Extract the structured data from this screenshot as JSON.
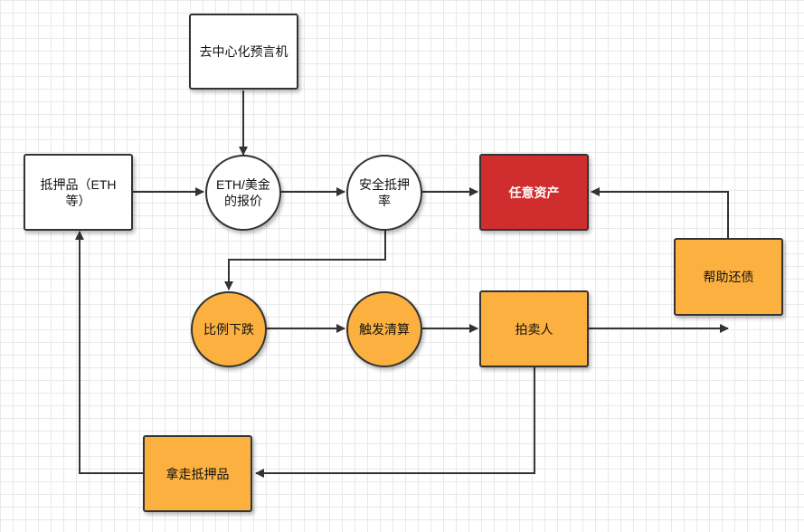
{
  "nodes": {
    "oracle": "去中心化预言机",
    "collateral": "抵押品（ETH等）",
    "eth_usd_price": "ETH/美金的报价",
    "safe_ratio": "安全抵押率",
    "any_asset": "任意资产",
    "help_repay": "帮助还债",
    "ratio_drop": "比例下跌",
    "trigger_liquidation": "触发清算",
    "auctioneer": "拍卖人",
    "take_collateral": "拿走抵押品"
  },
  "colors": {
    "white_fill": "#ffffff",
    "orange_fill": "#fbb040",
    "red_fill": "#d02e2e",
    "stroke": "#333333"
  }
}
